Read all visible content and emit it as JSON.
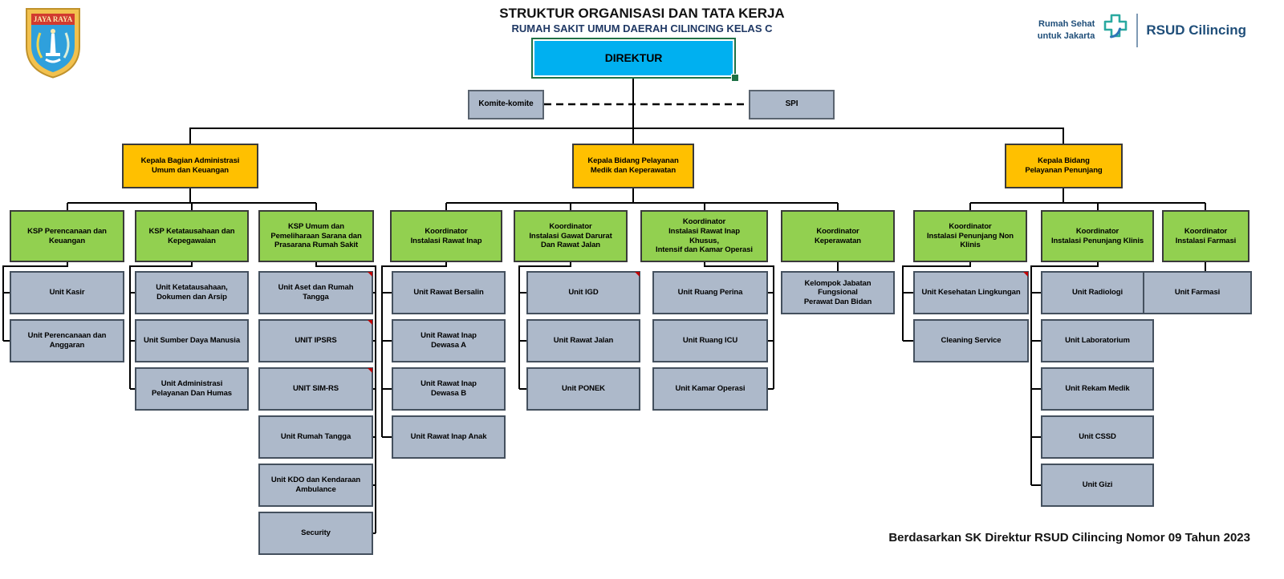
{
  "header": {
    "title": "STRUKTUR ORGANISASI DAN TATA KERJA",
    "subtitle": "RUMAH SAKIT UMUM DAERAH CILINCING KELAS C"
  },
  "branding": {
    "emblem_motto": "JAYA RAYA",
    "tagline1": "Rumah Sehat",
    "tagline2": "untuk Jakarta",
    "hospital_name": "RSUD Cilincing"
  },
  "footer": {
    "note": "Berdasarkan SK Direktur RSUD Cilincing Nomor 09 Tahun 2023"
  },
  "org": {
    "director": "DIREKTUR",
    "komite": "Komite-komite",
    "spi": "SPI",
    "heads": [
      "Kepala Bagian Administrasi\nUmum dan Keuangan",
      "Kepala Bidang Pelayanan\nMedik dan Keperawatan",
      "Kepala Bidang\nPelayanan Penunjang"
    ],
    "columns": [
      {
        "header": "KSP Perencanaan dan\nKeuangan",
        "units": [
          "Unit Kasir",
          "Unit Perencanaan dan\nAnggaran"
        ]
      },
      {
        "header": "KSP Ketatausahaan dan\nKepegawaian",
        "units": [
          "Unit Ketatausahaan,\nDokumen dan Arsip",
          "Unit Sumber Daya Manusia",
          "Unit Administrasi\nPelayanan Dan Humas"
        ]
      },
      {
        "header": "KSP Umum dan\nPemeliharaan Sarana dan\nPrasarana Rumah Sakit",
        "units": [
          "Unit Aset dan Rumah\nTangga",
          "UNIT IPSRS",
          "UNIT SIM-RS",
          "Unit Rumah Tangga",
          "Unit KDO dan Kendaraan\nAmbulance",
          "Security"
        ]
      },
      {
        "header": "Koordinator\nInstalasi Rawat Inap",
        "units": [
          "Unit Rawat Bersalin",
          "Unit Rawat Inap\nDewasa A",
          "Unit Rawat Inap\nDewasa B",
          "Unit Rawat Inap Anak"
        ]
      },
      {
        "header": "Koordinator\nInstalasi Gawat Darurat\nDan Rawat Jalan",
        "units": [
          "Unit IGD",
          "Unit Rawat Jalan",
          "Unit PONEK"
        ]
      },
      {
        "header": "Koordinator\nInstalasi Rawat Inap\nKhusus,\nIntensif dan Kamar Operasi",
        "units": [
          "Unit Ruang Perina",
          "Unit Ruang ICU",
          "Unit Kamar Operasi"
        ]
      },
      {
        "header": "Koordinator\nKeperawatan",
        "units": [
          "Kelompok Jabatan\nFungsional\nPerawat Dan Bidan"
        ]
      },
      {
        "header": "Koordinator\nInstalasi Penunjang Non\nKlinis",
        "units": [
          "Unit Kesehatan Lingkungan",
          "Cleaning Service"
        ]
      },
      {
        "header": "Koordinator\nInstalasi Penunjang Klinis",
        "units": [
          "Unit Radiologi",
          "Unit Laboratorium",
          "Unit Rekam Medik",
          "Unit CSSD",
          "Unit Gizi"
        ]
      },
      {
        "header": "Koordinator\nInstalasi Farmasi",
        "units": [
          "Unit Farmasi"
        ]
      }
    ]
  },
  "colors": {
    "director_fill": "#00B0F0",
    "head_fill": "#FFC000",
    "coordinator_fill": "#92D050",
    "unit_fill": "#ADB9CA",
    "selection_green": "#1E7145",
    "navy": "#1F4E79"
  }
}
